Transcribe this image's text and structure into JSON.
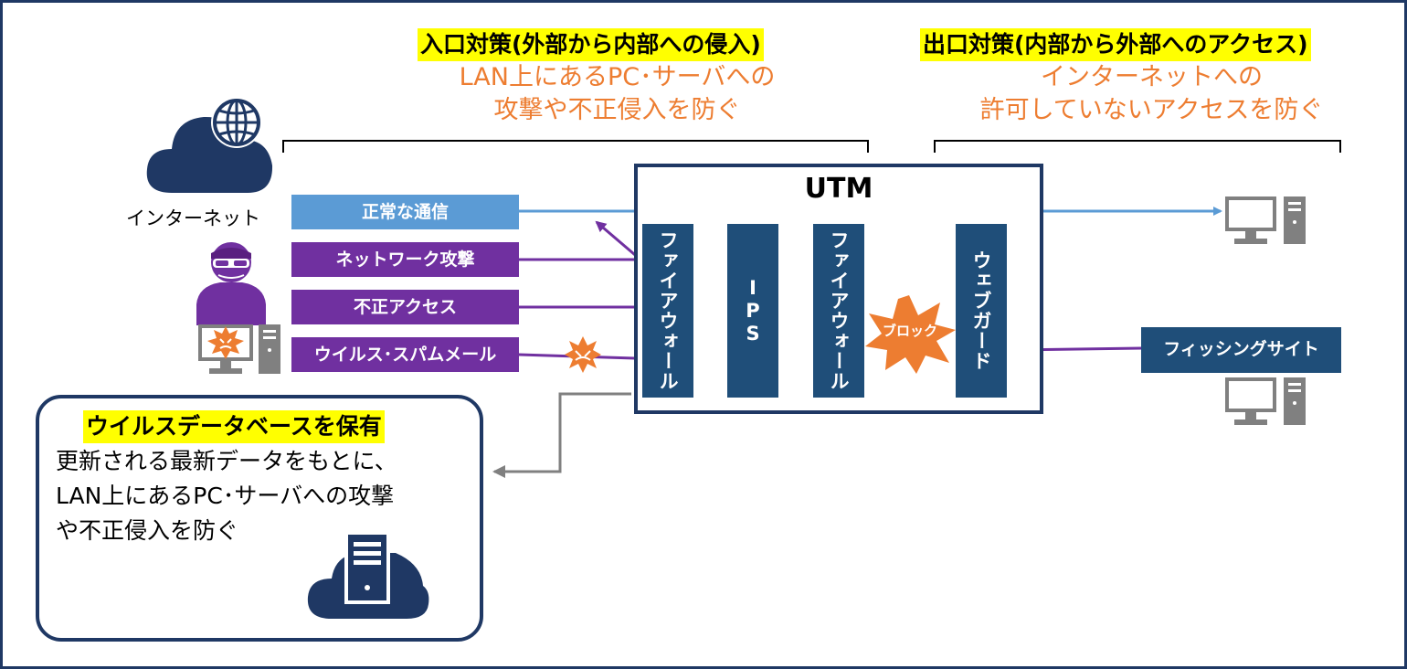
{
  "inbound": {
    "title": "入口対策(外部から内部への侵入)",
    "desc_line1": "LAN上にあるPC･サーバへの",
    "desc_line2": "攻撃や不正侵入を防ぐ"
  },
  "outbound": {
    "title": "出口対策(内部から外部へのアクセス)",
    "desc_line1": "インターネットへの",
    "desc_line2": "許可していないアクセスを防ぐ"
  },
  "internet_label": "インターネット",
  "traffic": [
    {
      "label": "正常な通信",
      "color": "#5b9bd5"
    },
    {
      "label": "ネットワーク攻撃",
      "color": "#7030a0"
    },
    {
      "label": "不正アクセス",
      "color": "#7030a0"
    },
    {
      "label": "ウイルス･スパムメール",
      "color": "#7030a0"
    }
  ],
  "utm": {
    "title": "UTM",
    "modules": [
      "ファイアウォール",
      "IPS",
      "ファイアウォール",
      "ウェブガード"
    ],
    "block_label": "ブロック"
  },
  "phishing_label": "フィッシングサイト",
  "database": {
    "title": "ウイルスデータベースを保有",
    "desc_line1": "更新される最新データをもとに、",
    "desc_line2": "LAN上にあるPC･サーバへの攻撃",
    "desc_line3": "や不正侵入を防ぐ"
  },
  "colors": {
    "navy": "#1f3864",
    "module_blue": "#1f4e79",
    "normal_line": "#5b9bd5",
    "attack_line": "#7030a0",
    "accent_orange": "#ed7d31",
    "highlight": "#ffff00",
    "gray": "#808080"
  },
  "icons": [
    "cloud-globe-icon",
    "hacker-icon",
    "infected-computer-icon",
    "computer-icon",
    "cloud-server-icon",
    "virus-burst-icon",
    "block-burst-icon"
  ]
}
